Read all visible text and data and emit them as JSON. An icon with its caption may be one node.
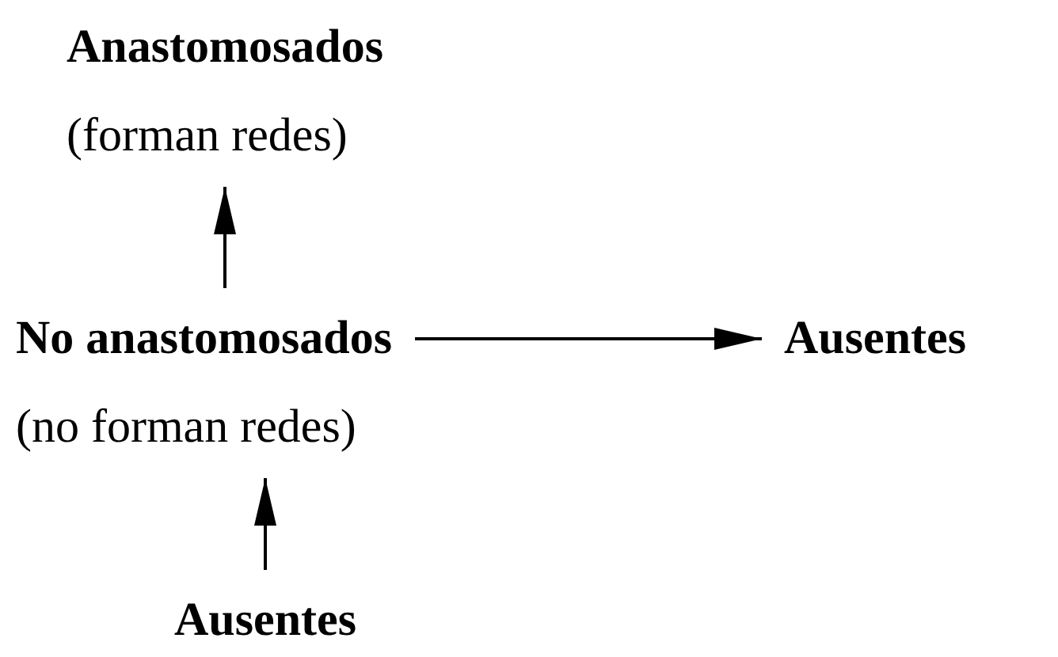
{
  "diagram": {
    "nodes": [
      {
        "text": [
          "Anastomosados",
          "(forman redes)"
        ]
      },
      {
        "text": [
          "No anastomosados",
          "(no forman redes)"
        ]
      },
      {
        "text": [
          "Ausentes"
        ]
      },
      {
        "text": [
          "Ausentes"
        ]
      }
    ],
    "edges": [
      {
        "from": 1,
        "to": 0,
        "arrow": "to"
      },
      {
        "from": 1,
        "to": 2,
        "arrow": "to"
      },
      {
        "from": 3,
        "to": 1,
        "arrow": "to"
      }
    ]
  }
}
